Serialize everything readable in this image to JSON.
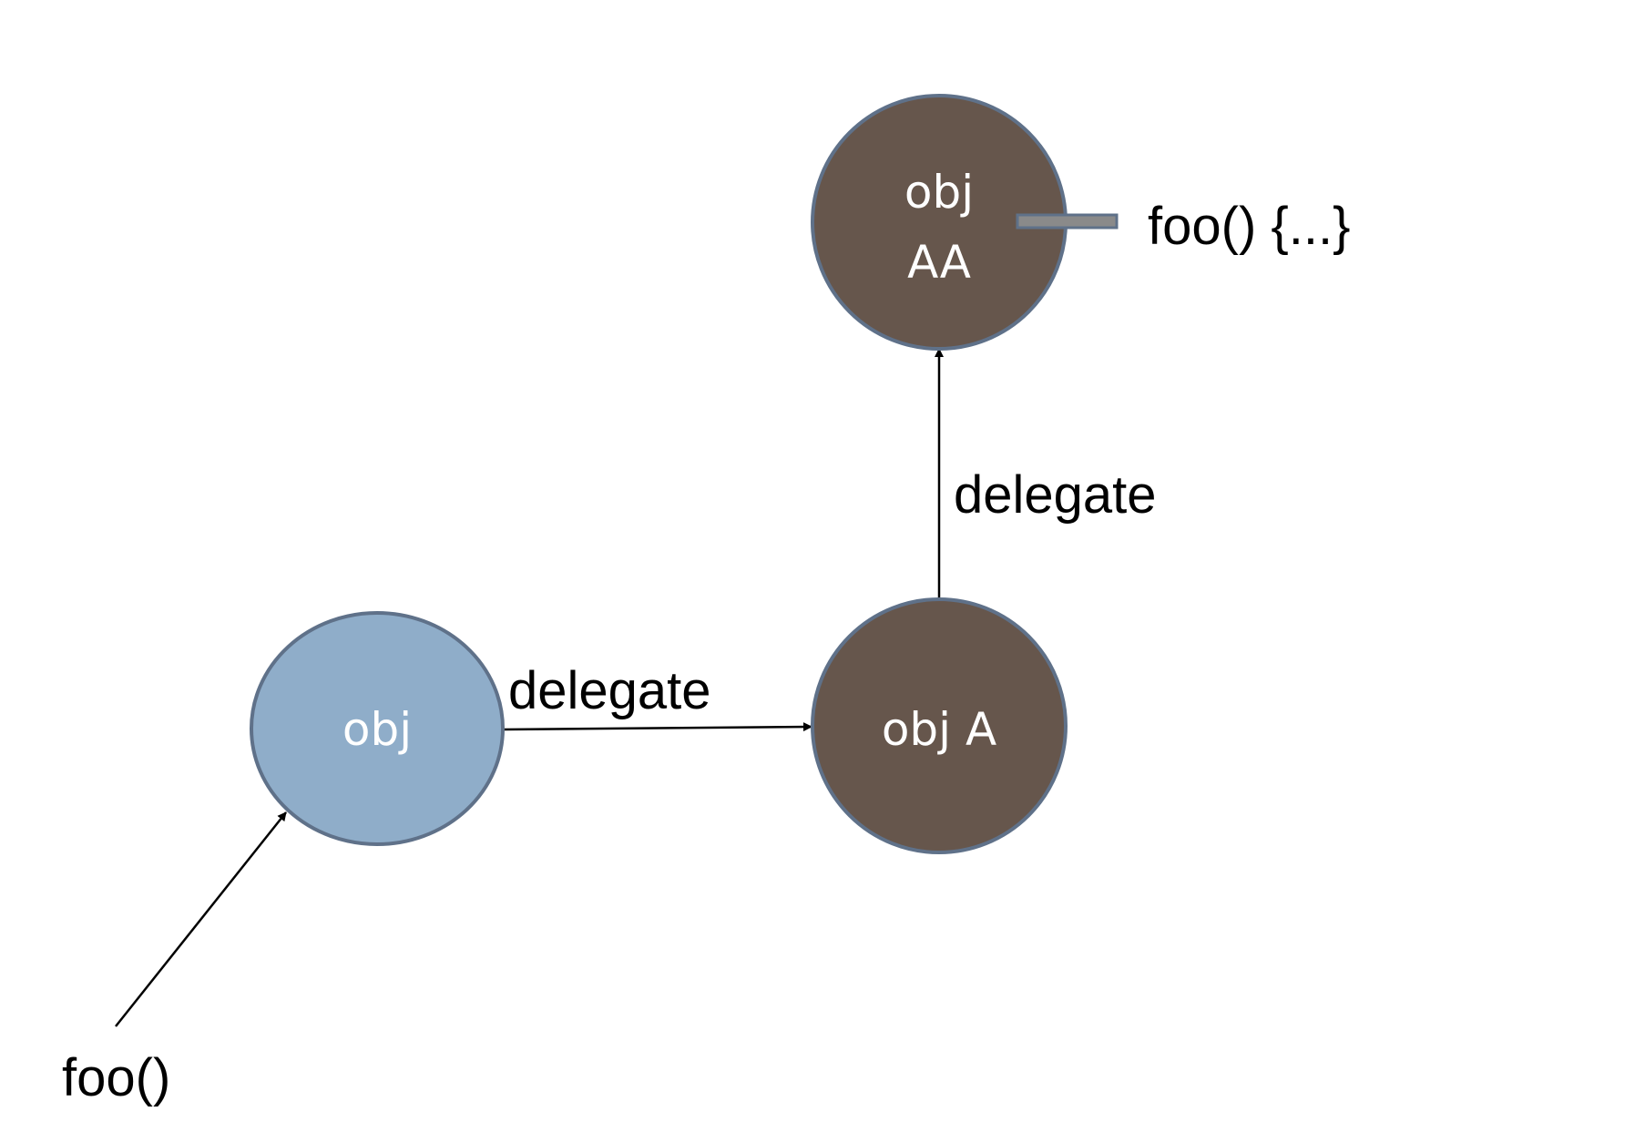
{
  "colors": {
    "background": "#ffffff",
    "obj_fill": "#8fadc9",
    "proto_fill": "#66564c",
    "node_stroke": "#5f7189",
    "edge": "#000000",
    "node_text": "#ffffff"
  },
  "nodes": {
    "obj": {
      "label_lines": [
        "obj"
      ]
    },
    "obj_a": {
      "label_lines": [
        "obj A"
      ]
    },
    "obj_aa": {
      "label_lines": [
        "obj",
        "AA"
      ]
    }
  },
  "edges": {
    "obj_to_obj_a": {
      "label": "delegate"
    },
    "obj_a_to_obj_aa": {
      "label": "delegate"
    }
  },
  "call": {
    "label": "foo()"
  },
  "method": {
    "label": "foo() {...}"
  }
}
